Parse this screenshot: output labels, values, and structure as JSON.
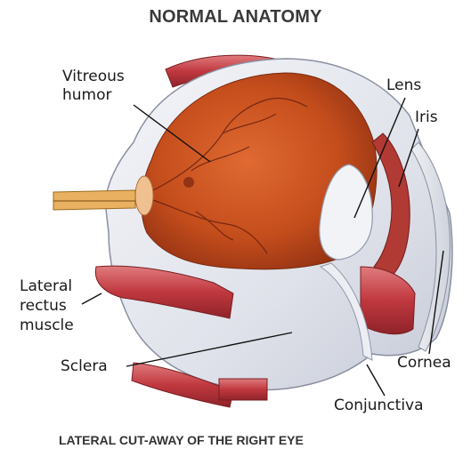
{
  "title": "NORMAL ANATOMY",
  "caption": "LATERAL CUT-AWAY OF THE RIGHT EYE",
  "labels": {
    "vitreous_humor_1": "Vitreous",
    "vitreous_humor_2": "humor",
    "lens": "Lens",
    "iris": "Iris",
    "lateral_rectus_1": "Lateral",
    "lateral_rectus_2": "rectus",
    "lateral_rectus_3": "muscle",
    "sclera": "Sclera",
    "cornea": "Cornea",
    "conjunctiva": "Conjunctiva"
  },
  "colors": {
    "vitreous": "#c8501e",
    "sclera": "#e8eaf0",
    "muscle": "#c8474c",
    "nerve": "#e8b060",
    "leader": "#111111"
  }
}
